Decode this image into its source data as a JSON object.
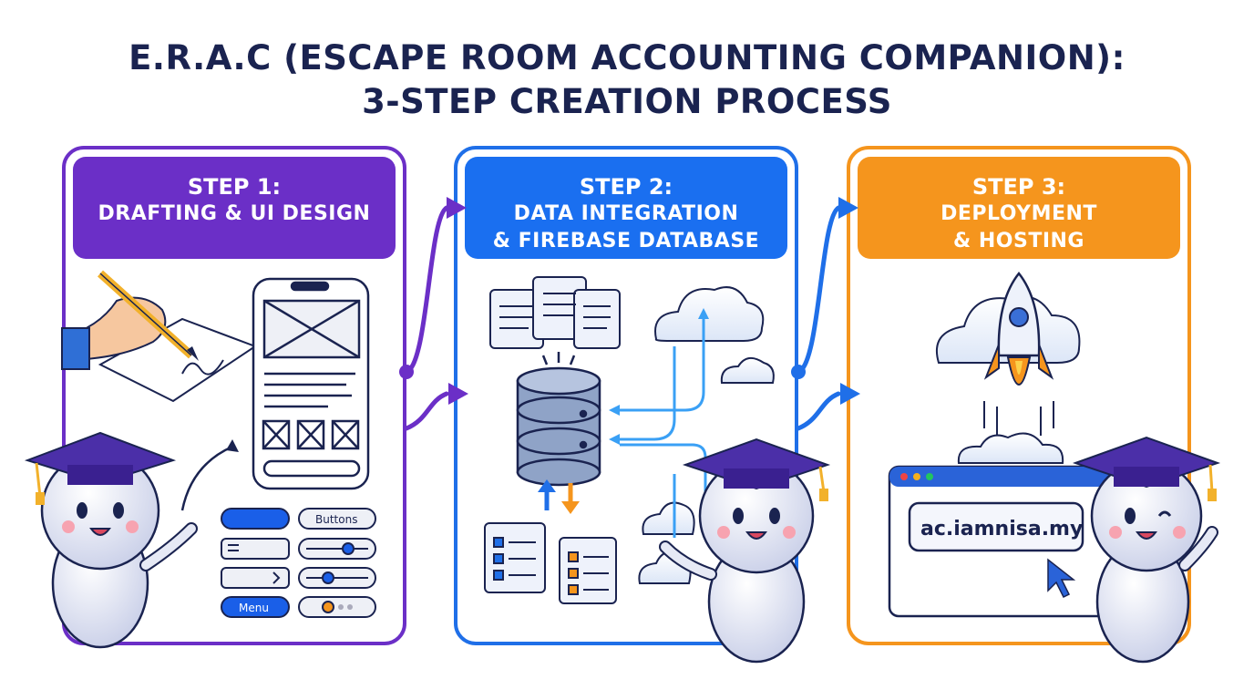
{
  "title": {
    "line1": "E.R.A.C (ESCAPE ROOM ACCOUNTING COMPANION):",
    "line2": "3-STEP CREATION PROCESS"
  },
  "steps": [
    {
      "step": "STEP 1:",
      "subtitle": "DRAFTING & UI DESIGN",
      "color": "#6b2fc7"
    },
    {
      "step": "STEP 2:",
      "subtitle_line1": "DATA INTEGRATION",
      "subtitle_line2": "& FIREBASE DATABASE",
      "color": "#1a6ff0"
    },
    {
      "step": "STEP 3:",
      "subtitle_line1": "DEPLOYMENT",
      "subtitle_line2": "& HOSTING",
      "color": "#f5951d"
    }
  ],
  "ui_kit": {
    "buttons_label": "Buttons",
    "menu_label": "Menu"
  },
  "browser": {
    "url": "ac.iamnisa.my"
  },
  "icons": [
    "pencil-icon",
    "phone-wireframe",
    "database-icon",
    "cloud-icon",
    "rocket-icon",
    "browser-window",
    "cursor-icon",
    "graduation-cap-icon"
  ]
}
